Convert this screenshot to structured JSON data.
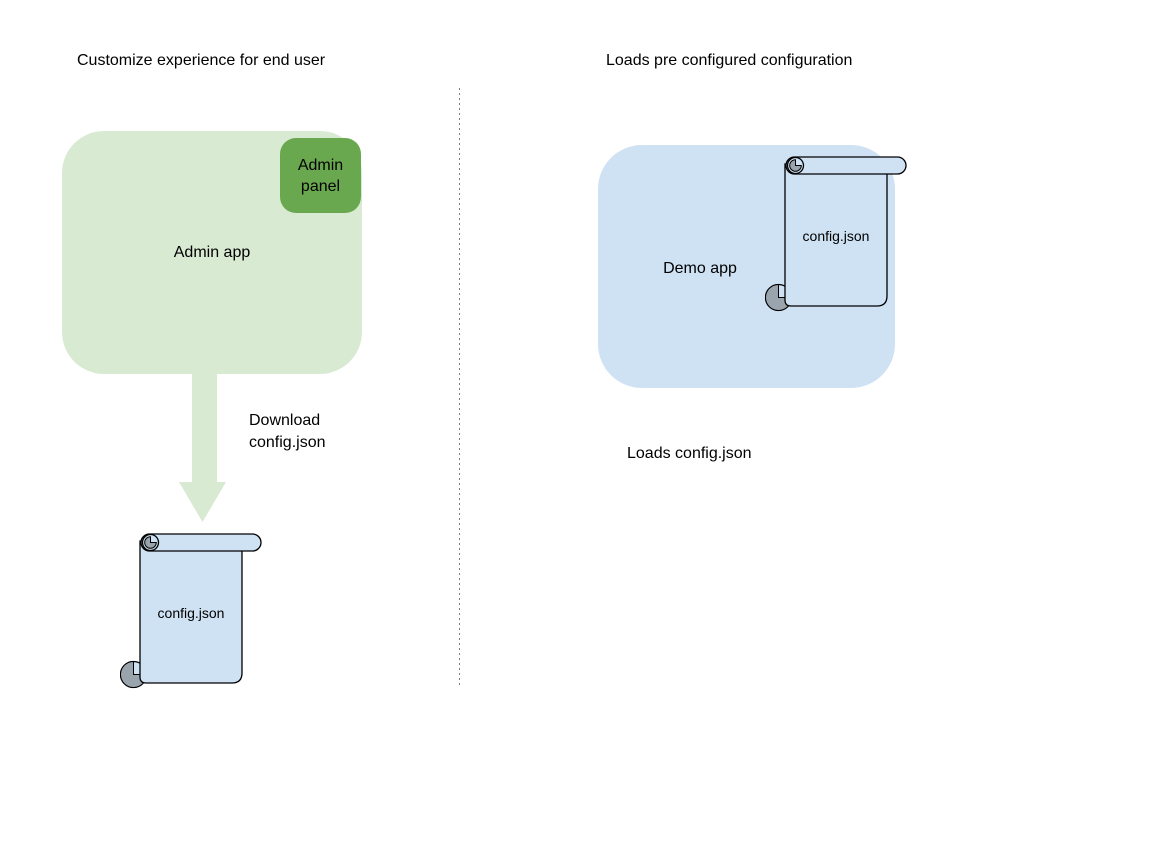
{
  "colors": {
    "admin_app_fill": "#d9ead3",
    "admin_panel_fill": "#6aa84f",
    "demo_app_fill": "#cfe2f3",
    "scroll_fill": "#cfe2f3",
    "scroll_curl_gray": "#9aa4ad",
    "outline": "#000000",
    "arrow_fill": "#d9ead3",
    "divider_gray": "#7d7d7d",
    "text": "#000000"
  },
  "left_section": {
    "title": "Customize experience for end user",
    "admin_app": {
      "label": "Admin app",
      "admin_panel_label": "Admin panel"
    },
    "download_arrow_label": "Download\nconfig.json",
    "config_file": {
      "label": "config.json"
    }
  },
  "right_section": {
    "title": "Loads pre configured configuration",
    "demo_app": {
      "label": "Demo app"
    },
    "config_file": {
      "label": "config.json"
    },
    "caption": "Loads config.json"
  }
}
